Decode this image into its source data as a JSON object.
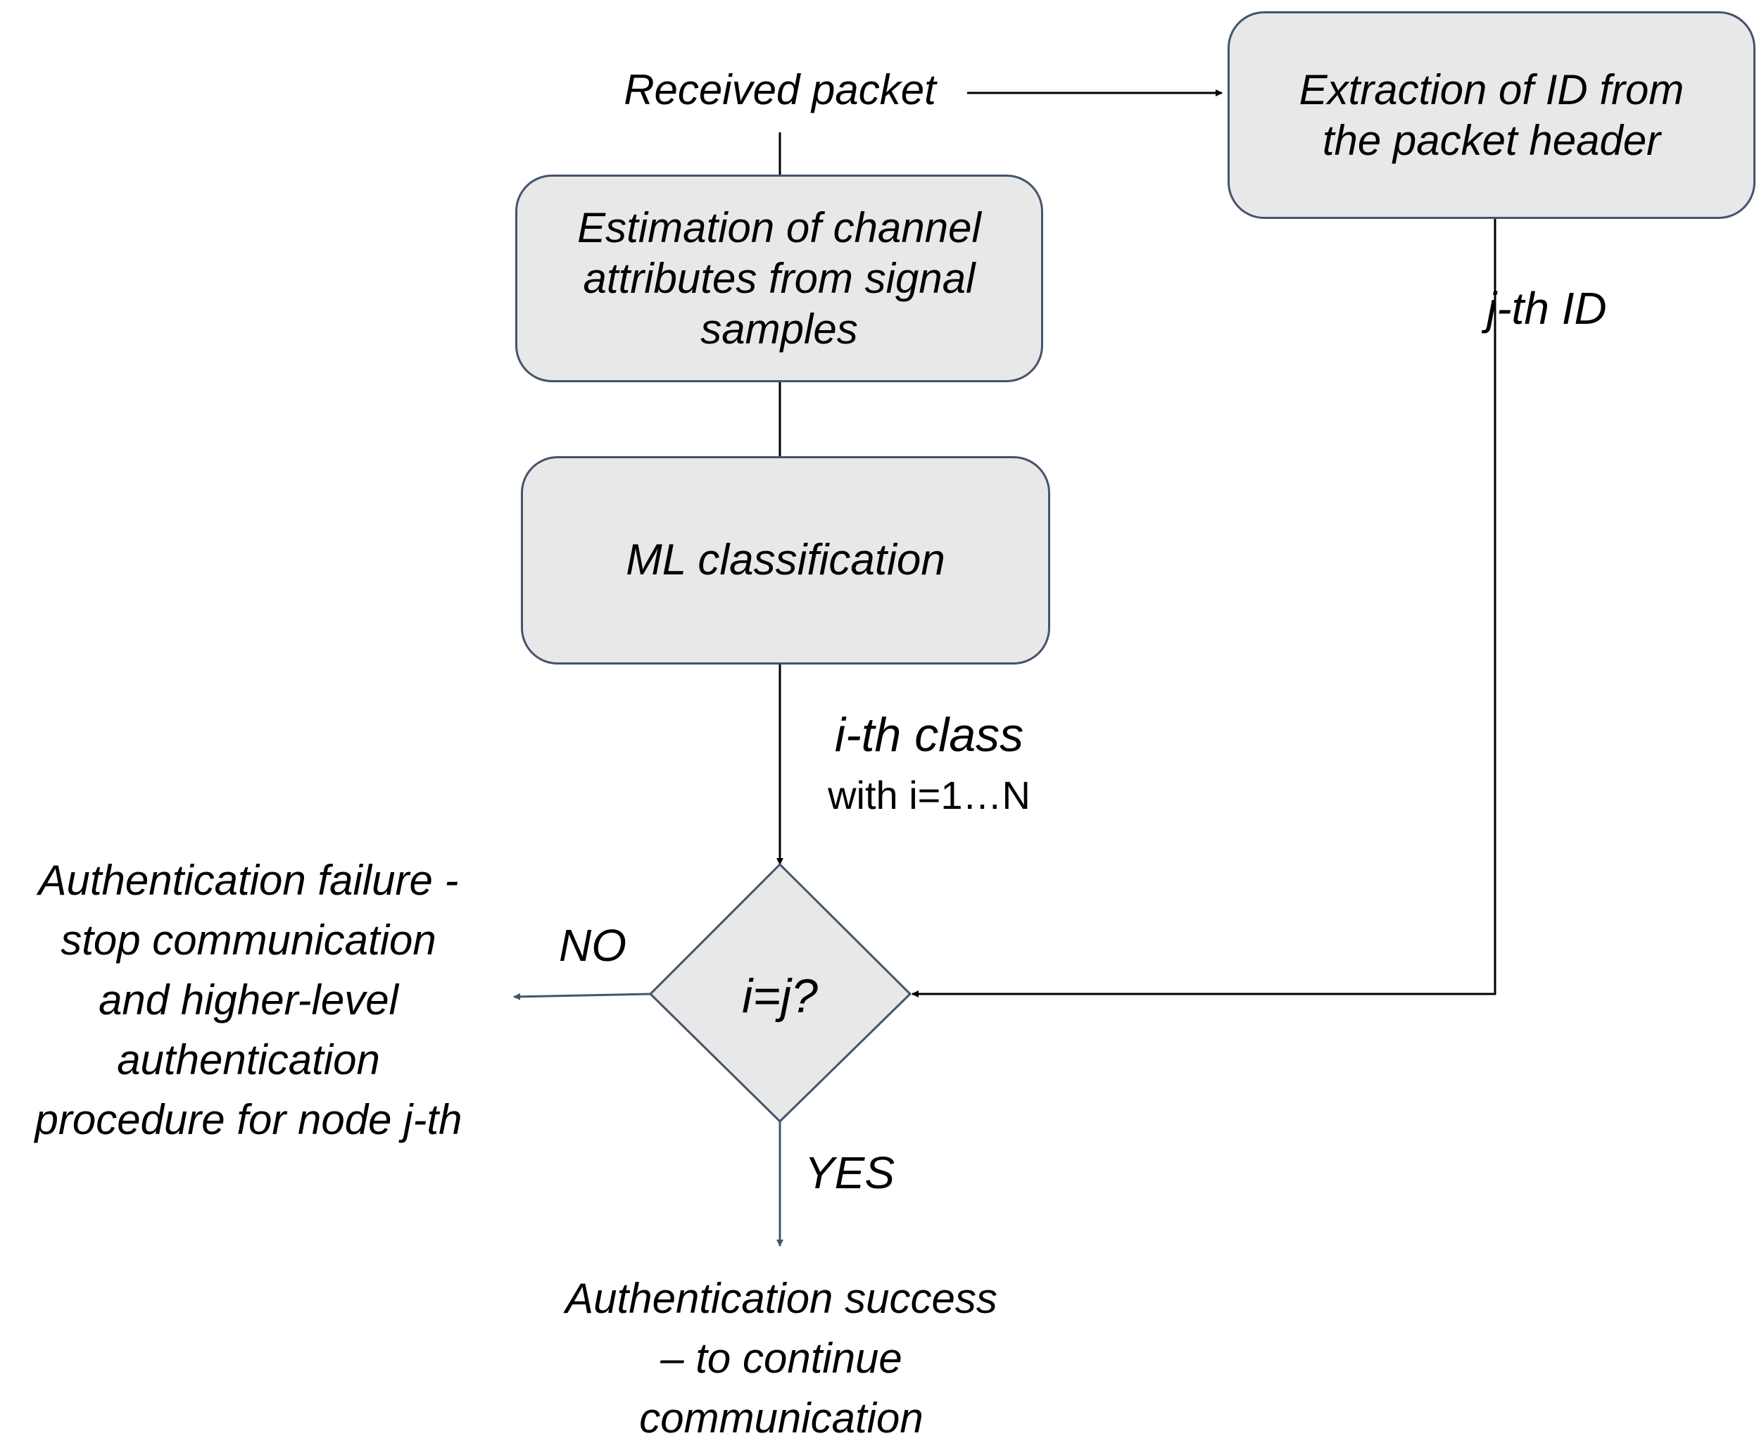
{
  "nodes": {
    "received_packet": "Received packet",
    "extraction": "Extraction of ID from\nthe packet  header",
    "estimation": "Estimation of channel\nattributes from signal\nsamples",
    "ml_classification": "ML classification",
    "decision": "i=j?",
    "failure": "Authentication failure -\nstop communication\nand higher-level\nauthentication\nprocedure for node j-th",
    "success": "Authentication success\n– to continue\ncommunication"
  },
  "edges": {
    "jth_id": "j-th ID",
    "ith_class": "i-th class",
    "ith_class_range": "with i=1…N",
    "no": "NO",
    "yes": "YES"
  },
  "colors": {
    "box_fill": "#e8e8e8",
    "box_border": "#44546a",
    "line": "#000000",
    "arrow_blue_gray": "#44546a"
  }
}
